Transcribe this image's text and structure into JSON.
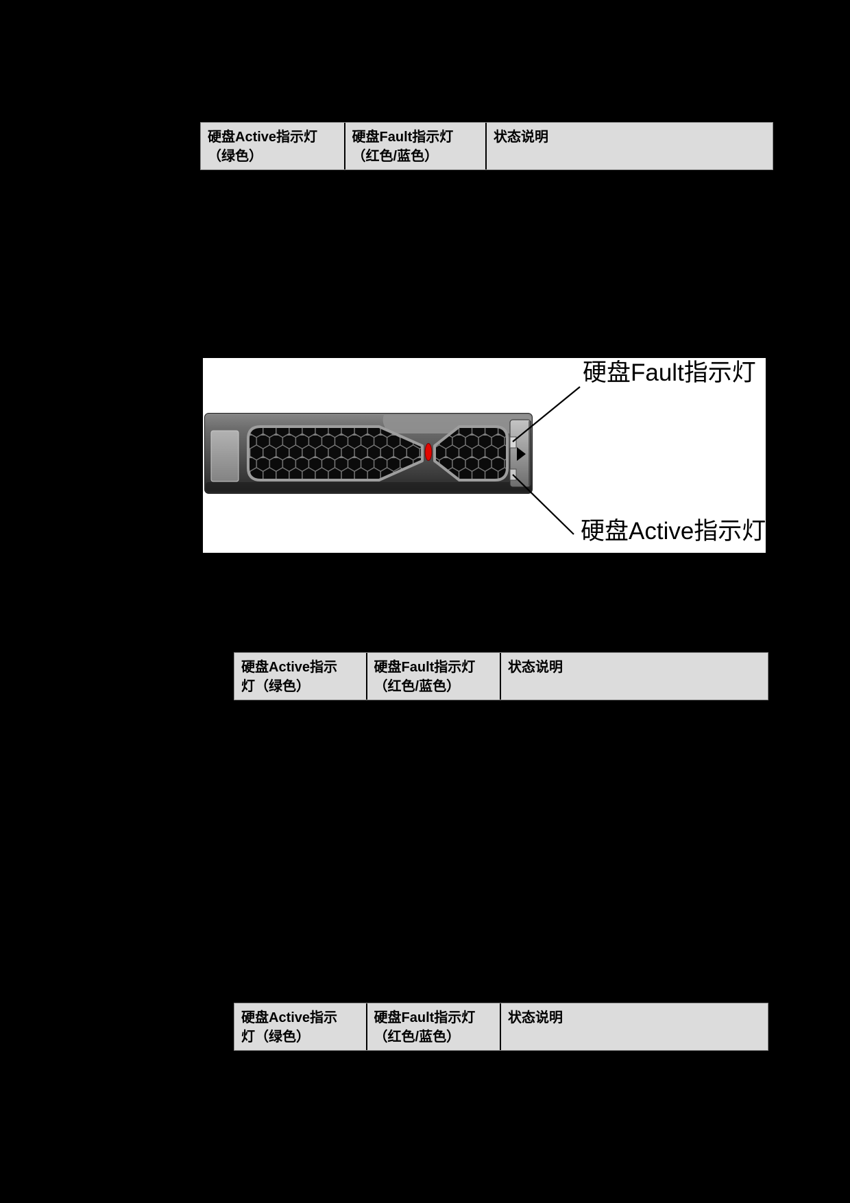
{
  "document": {
    "page_background": "#000000",
    "figure_background": "#ffffff",
    "header_background": "#dcdcdc"
  },
  "table_top": {
    "columns": [
      {
        "lines": [
          "硬盘Active指示灯",
          "（绿色）"
        ]
      },
      {
        "lines": [
          "硬盘Fault指示灯",
          "（红色/蓝色）"
        ]
      },
      {
        "lines": [
          "状态说明",
          ""
        ]
      }
    ]
  },
  "table_middle": {
    "columns": [
      {
        "lines": [
          "硬盘Active指示",
          "灯（绿色）"
        ]
      },
      {
        "lines": [
          "硬盘Fault指示灯",
          "（红色/蓝色）"
        ]
      },
      {
        "lines": [
          "状态说明",
          ""
        ]
      }
    ]
  },
  "table_bottom": {
    "columns": [
      {
        "lines": [
          "硬盘Active指示",
          "灯（绿色）"
        ]
      },
      {
        "lines": [
          "硬盘Fault指示灯",
          "（红色/蓝色）"
        ]
      },
      {
        "lines": [
          "状态说明",
          ""
        ]
      }
    ]
  },
  "figure": {
    "fault_label": "硬盘Fault指示灯",
    "active_label": "硬盘Active指示灯",
    "fault_led_color": "#e10600"
  }
}
